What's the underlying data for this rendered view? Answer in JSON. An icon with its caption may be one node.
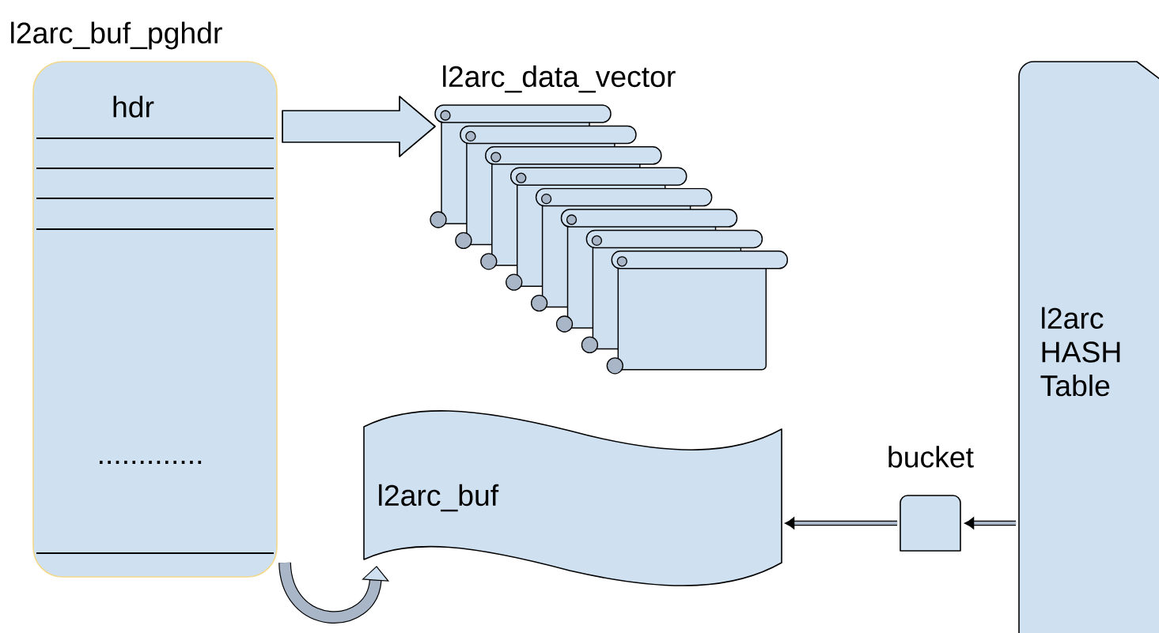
{
  "diagram": {
    "nodes": [
      {
        "text": [
          "l2arc_buf_pghdr",
          "hdr",
          "............."
        ]
      },
      {
        "text": [
          "l2arc_data_vector"
        ]
      },
      {
        "text": [
          "l2arc_buf"
        ]
      },
      {
        "text": [
          "bucket"
        ]
      },
      {
        "text": [
          "l2arc HASH Table"
        ]
      }
    ],
    "edges": [
      {
        "from": 0,
        "to": 1,
        "arrow": "to",
        "style": "thick"
      },
      {
        "from": 0,
        "to": 2,
        "arrow": "to",
        "style": "thick"
      },
      {
        "from": 3,
        "to": 2,
        "arrow": "to"
      },
      {
        "from": 4,
        "to": 3,
        "arrow": "to"
      }
    ]
  }
}
